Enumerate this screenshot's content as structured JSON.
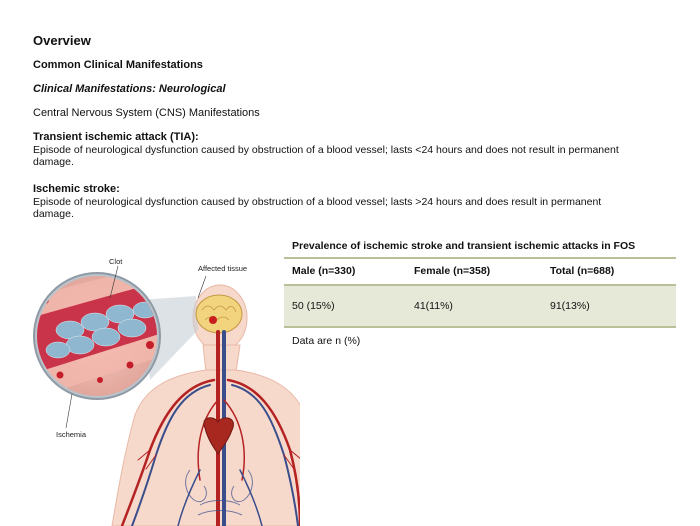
{
  "overview": "Overview",
  "section_title": "Common Clinical Manifestations",
  "subsection_title": "Clinical Manifestations: Neurological",
  "cns_label": "Central Nervous System (CNS) Manifestations",
  "tia": {
    "title": "Transient ischemic attack (TIA):",
    "text": "Episode of neurological dysfunction caused by obstruction of a blood vessel; lasts <24 hours and does not result in permanent damage."
  },
  "stroke": {
    "title": "Ischemic stroke:",
    "text": "Episode of neurological dysfunction caused by obstruction of a blood vessel; lasts >24 hours and does result in permanent damage."
  },
  "table": {
    "title": "Prevalence of ischemic stroke and transient ischemic attacks in FOS",
    "headers": [
      "Male (n=330)",
      "Female (n=358)",
      "Total (n=688)"
    ],
    "row": [
      "50 (15%)",
      "41(11%)",
      "91(13%)"
    ],
    "note": "Data are n (%)"
  },
  "illustration": {
    "clot_label": "Clot",
    "affected_label": "Affected tissue",
    "ischemia_label": "Ischemia"
  }
}
